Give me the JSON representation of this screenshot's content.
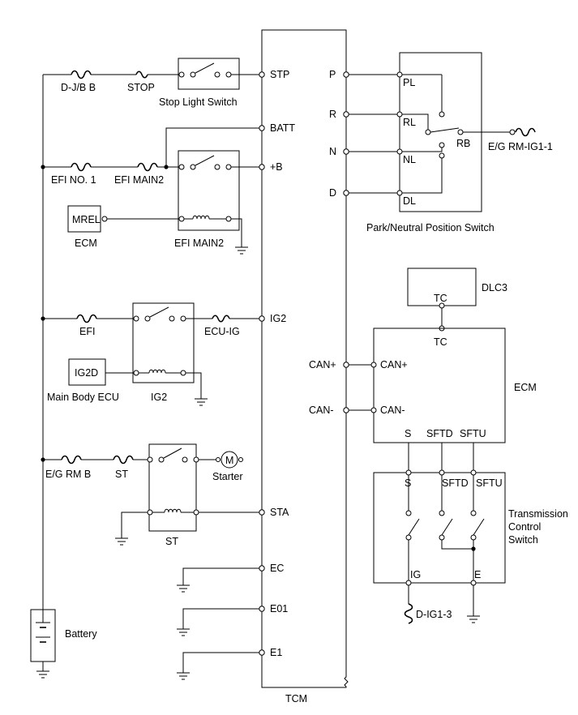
{
  "tcm": {
    "name": "TCM",
    "pins_left": {
      "stp": "STP",
      "batt": "BATT",
      "b": "+B",
      "ig2": "IG2",
      "sta": "STA",
      "ec": "EC",
      "e01": "E01",
      "e1": "E1"
    },
    "pins_right": {
      "p": "P",
      "r": "R",
      "n": "N",
      "d": "D",
      "can_p": "CAN+",
      "can_n": "CAN-"
    }
  },
  "fuses": {
    "djb": "D-J/B B",
    "stop": "STOP",
    "efi_no1": "EFI NO. 1",
    "efi_main2": "EFI MAIN2",
    "efi": "EFI",
    "ecu_ig": "ECU-IG",
    "eg_rm_b": "E/G RM B",
    "st": "ST",
    "eg_rm_ig1": "E/G RM-IG1-1",
    "d_ig1_3": "D-IG1-3"
  },
  "components": {
    "stop_light_switch": "Stop Light Switch",
    "mrel": "MREL",
    "ecm_left": "ECM",
    "relay_efi_main2": "EFI MAIN2",
    "ig2d": "IG2D",
    "main_body_ecu": "Main Body ECU",
    "relay_ig2": "IG2",
    "starter_m": "M",
    "starter": "Starter",
    "relay_st": "ST",
    "battery": "Battery"
  },
  "pnp_switch": {
    "name": "Park/Neutral Position Switch",
    "pl": "PL",
    "rl": "RL",
    "nl": "NL",
    "dl": "DL",
    "rb": "RB"
  },
  "dlc3": {
    "name": "DLC3",
    "tc": "TC"
  },
  "ecm": {
    "name": "ECM",
    "tc": "TC",
    "can_p": "CAN+",
    "can_n": "CAN-",
    "s": "S",
    "sftd": "SFTD",
    "sftu": "SFTU"
  },
  "tcs": {
    "name_line1": "Transmission",
    "name_line2": "Control",
    "name_line3": "Switch",
    "s": "S",
    "sftd": "SFTD",
    "sftu": "SFTU",
    "ig": "IG",
    "e": "E"
  }
}
